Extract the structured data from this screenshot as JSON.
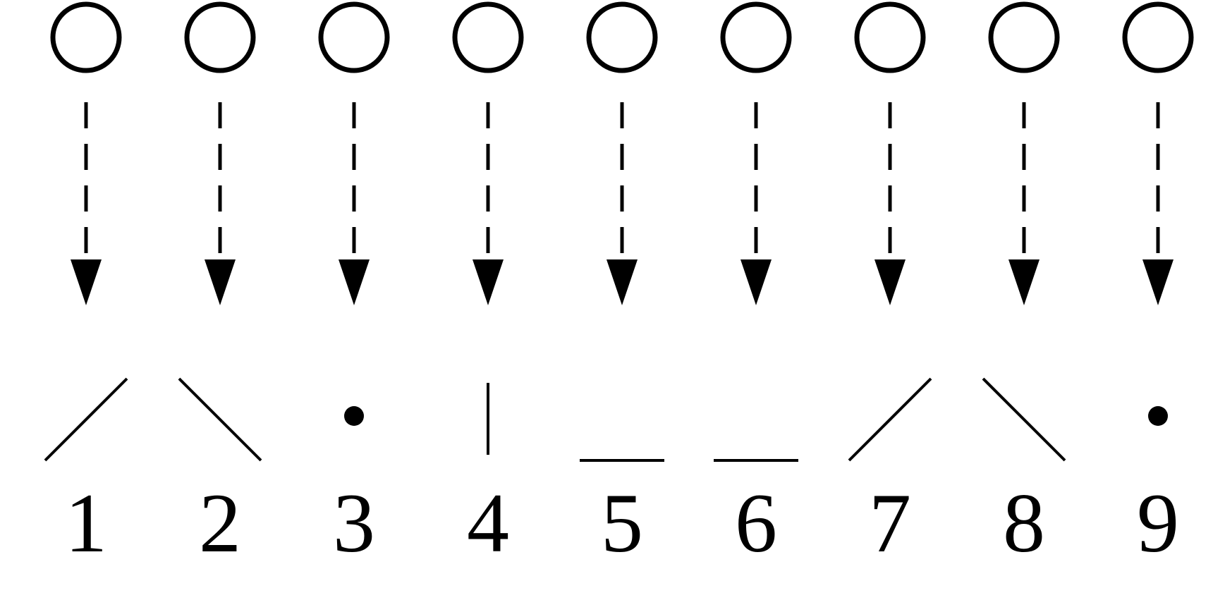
{
  "columns": [
    {
      "label": "1",
      "symbol": "slash"
    },
    {
      "label": "2",
      "symbol": "backslash"
    },
    {
      "label": "3",
      "symbol": "dot"
    },
    {
      "label": "4",
      "symbol": "vertical"
    },
    {
      "label": "5",
      "symbol": "underscore"
    },
    {
      "label": "6",
      "symbol": "underscore"
    },
    {
      "label": "7",
      "symbol": "slash"
    },
    {
      "label": "8",
      "symbol": "backslash"
    },
    {
      "label": "9",
      "symbol": "dot"
    }
  ],
  "colors": {
    "ink": "#000000",
    "background": "#ffffff"
  }
}
